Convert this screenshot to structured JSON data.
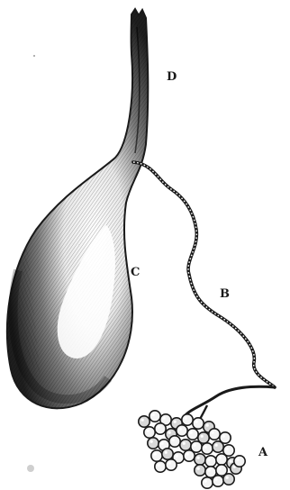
{
  "figure": {
    "labels": {
      "a": "A",
      "b": "B",
      "c": "C",
      "d": "D"
    }
  },
  "colors": {
    "ink": "#1a1a1a",
    "paper": "#ffffff"
  }
}
